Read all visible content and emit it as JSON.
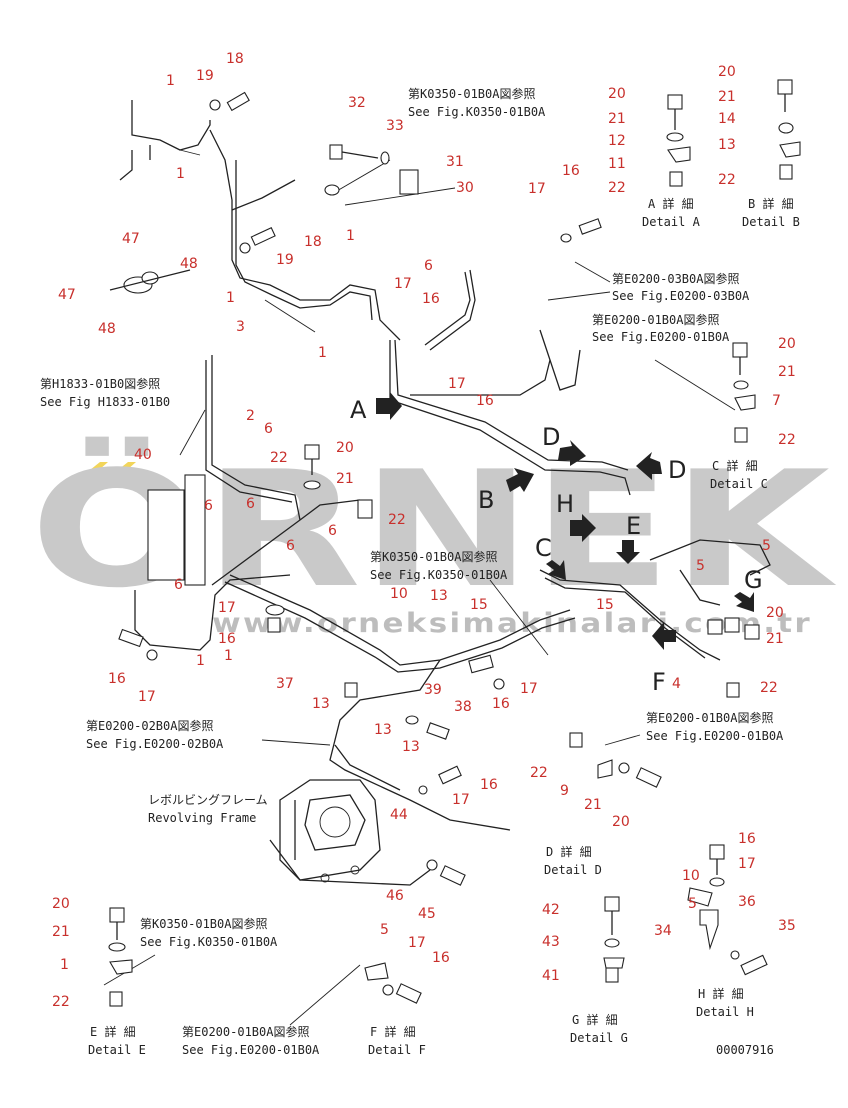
{
  "watermark": {
    "main": "ÖRNEK",
    "sub": "www.orneksimakinalari.com.tr"
  },
  "figure_code": "00007916",
  "references": [
    {
      "id": "ref1",
      "jp": "第K0350-01B0A図参照",
      "en": "See Fig.K0350-01B0A"
    },
    {
      "id": "ref2",
      "jp": "第E0200-03B0A図参照",
      "en": "See Fig.E0200-03B0A"
    },
    {
      "id": "ref3",
      "jp": "第E0200-01B0A図参照",
      "en": "See Fig.E0200-01B0A"
    },
    {
      "id": "ref4",
      "jp": "第H1833-01B0図参照",
      "en": "See Fig H1833-01B0"
    },
    {
      "id": "ref5",
      "jp": "第K0350-01B0A図参照",
      "en": "See Fig.K0350-01B0A"
    },
    {
      "id": "ref6",
      "jp": "第E0200-02B0A図参照",
      "en": "See Fig.E0200-02B0A"
    },
    {
      "id": "ref7",
      "jp": "第E0200-01B0A図参照",
      "en": "See Fig.E0200-01B0A"
    },
    {
      "id": "ref8",
      "jp": "第K0350-01B0A図参照",
      "en": "See Fig.K0350-01B0A"
    },
    {
      "id": "ref9",
      "jp": "第E0200-01B0A図参照",
      "en": "See Fig.E0200-01B0A"
    }
  ],
  "revolving_frame": {
    "jp": "レボルビングフレーム",
    "en": "Revolving Frame"
  },
  "details": [
    {
      "id": "A",
      "jp": "A 詳 細",
      "en": "Detail A"
    },
    {
      "id": "B",
      "jp": "B 詳 細",
      "en": "Detail B"
    },
    {
      "id": "C",
      "jp": "C 詳 細",
      "en": "Detail C"
    },
    {
      "id": "D",
      "jp": "D 詳 細",
      "en": "Detail D"
    },
    {
      "id": "E",
      "jp": "E 詳 細",
      "en": "Detail E"
    },
    {
      "id": "F",
      "jp": "F 詳 細",
      "en": "Detail F"
    },
    {
      "id": "G",
      "jp": "G 詳 細",
      "en": "Detail G"
    },
    {
      "id": "H",
      "jp": "H 詳 細",
      "en": "Detail H"
    }
  ],
  "view_letters": [
    "A",
    "B",
    "C",
    "D",
    "D",
    "E",
    "F",
    "G",
    "H"
  ],
  "callouts": [
    "18",
    "19",
    "1",
    "1",
    "32",
    "33",
    "31",
    "30",
    "20",
    "21",
    "12",
    "11",
    "22",
    "20",
    "21",
    "14",
    "13",
    "22",
    "16",
    "17",
    "47",
    "48",
    "47",
    "48",
    "18",
    "19",
    "1",
    "6",
    "17",
    "16",
    "1",
    "3",
    "17",
    "16",
    "2",
    "6",
    "40",
    "22",
    "20",
    "21",
    "22",
    "6",
    "6",
    "6",
    "6",
    "6",
    "17",
    "16",
    "1",
    "16",
    "17",
    "10",
    "13",
    "15",
    "15",
    "5",
    "5",
    "20",
    "21",
    "22",
    "4",
    "17",
    "16",
    "37",
    "13",
    "39",
    "38",
    "13",
    "13",
    "16",
    "17",
    "44",
    "46",
    "45",
    "22",
    "9",
    "21",
    "20",
    "20",
    "21",
    "1",
    "22",
    "5",
    "17",
    "16",
    "42",
    "43",
    "41",
    "16",
    "17",
    "10",
    "5",
    "34",
    "36",
    "35",
    "20",
    "21",
    "7",
    "22",
    "1",
    "1"
  ]
}
